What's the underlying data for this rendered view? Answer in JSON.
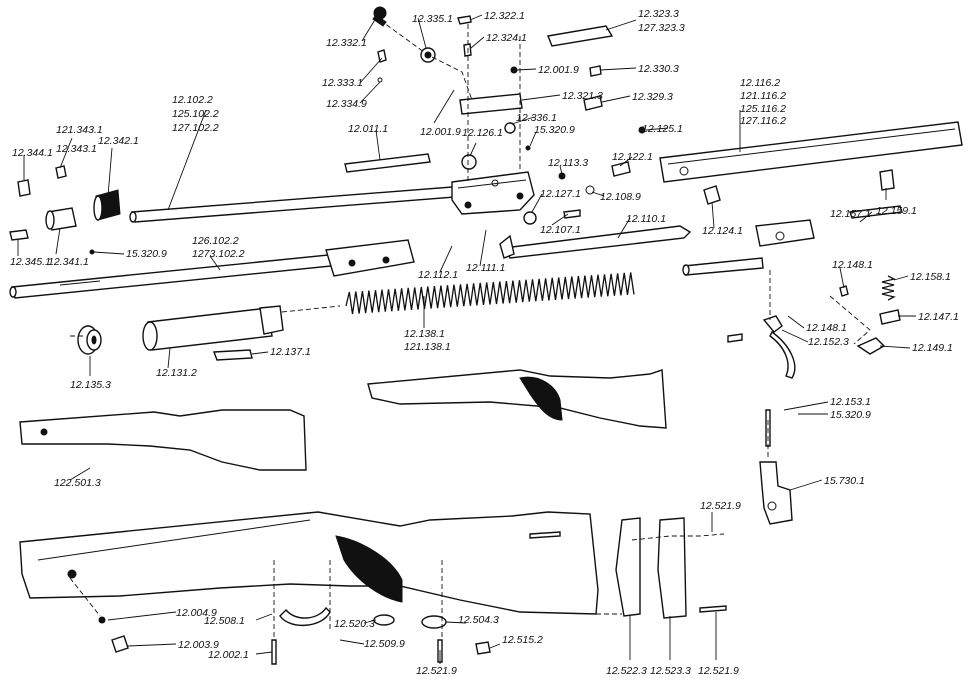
{
  "labels": {
    "p12_332_1": "12.332.1",
    "p12_335_1": "12.335.1",
    "p12_322_1": "12.322.1",
    "p12_323_3": "12.323.3",
    "p127_323_3": "127.323.3",
    "p12_324_1": "12.324.1",
    "p12_001_9_a": "12.001.9",
    "p12_330_3": "12.330.3",
    "p12_333_1": "12.333.1",
    "p12_334_9": "12.334.9",
    "p12_321_3": "12.321.3",
    "p12_329_3": "12.329.3",
    "p12_336_1": "12.336.1",
    "p15_320_9_a": "15.320.9",
    "p12_116_2": "12.116.2",
    "p121_116_2": "121.116.2",
    "p125_116_2": "125.116.2",
    "p127_116_2": "127.116.2",
    "p12_102_2": "12.102.2",
    "p125_102_2": "125.102.2",
    "p127_102_2": "127.102.2",
    "p12_011_1": "12.011.1",
    "p12_001_9_b": "12.001.9",
    "p12_126_1": "12.126.1",
    "p12_125_1": "12.125.1",
    "p121_343_1": "121.343.1",
    "p12_343_1": "12.343.1",
    "p12_342_1": "12.342.1",
    "p12_344_1": "12.344.1",
    "p12_113_3": "12.113.3",
    "p12_122_1": "12.122.1",
    "p12_127_1": "12.127.1",
    "p12_108_9": "12.108.9",
    "p12_107_1": "12.107.1",
    "p12_124_1": "12.124.1",
    "p12_159_1": "12.159.1",
    "p12_345_1": "12.345.1",
    "p12_341_1": "12.341.1",
    "p15_320_9_b": "15.320.9",
    "p126_102_2": "126.102.2",
    "p1273_102_2": "1273.102.2",
    "p12_110_1": "12.110.1",
    "p12_157_1": "12.157.1",
    "p12_112_1": "12.112.1",
    "p12_111_1": "12.111.1",
    "p12_148_1_a": "12.148.1",
    "p12_158_1": "12.158.1",
    "p12_147_1": "12.147.1",
    "p12_148_1_b": "12.148.1",
    "p12_152_3": "12.152.3",
    "p12_149_1": "12.149.1",
    "p12_138_1": "12.138.1",
    "p121_138_1": "121.138.1",
    "p12_135_3": "12.135.3",
    "p12_131_2": "12.131.2",
    "p12_137_1": "12.137.1",
    "p12_153_1": "12.153.1",
    "p15_320_9_c": "15.320.9",
    "p15_730_1": "15.730.1",
    "p122_501_3": "122.501.3",
    "p12_521_9_a": "12.521.9",
    "p12_004_9": "12.004.9",
    "p12_508_1": "12.508.1",
    "p12_520_3": "12.520.3",
    "p12_509_9": "12.509.9",
    "p12_504_3": "12.504.3",
    "p12_003_9": "12.003.9",
    "p12_002_1": "12.002.1",
    "p12_521_9_b": "12.521.9",
    "p12_515_2": "12.515.2",
    "p12_522_3": "12.522.3",
    "p12_523_3": "12.523.3",
    "p12_521_9_c": "12.521.9"
  }
}
